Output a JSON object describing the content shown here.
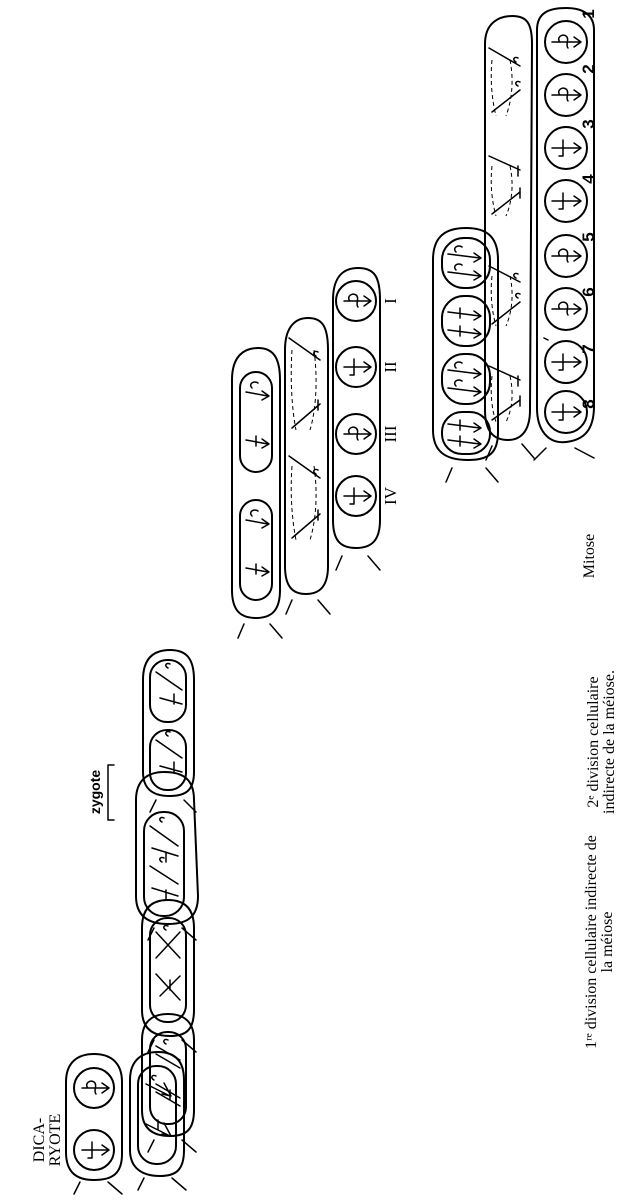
{
  "spore_numbers": [
    "1",
    "2",
    "3",
    "4",
    "5",
    "6",
    "7",
    "8"
  ],
  "tetrad_labels": [
    "I",
    "II",
    "III",
    "IV"
  ],
  "stage_labels": {
    "mitose": "Mitose",
    "second_division_line1": "2ᵉ division cellulaire",
    "second_division_line2": "indirecte de la méiose.",
    "first_division_line1": "1ʳᵉ division cellulaire indirecte de",
    "first_division_line2": "la méiose",
    "zygote": "zygote",
    "dicaryote_line1": "DICA-",
    "dicaryote_line2": "RYOTE"
  }
}
